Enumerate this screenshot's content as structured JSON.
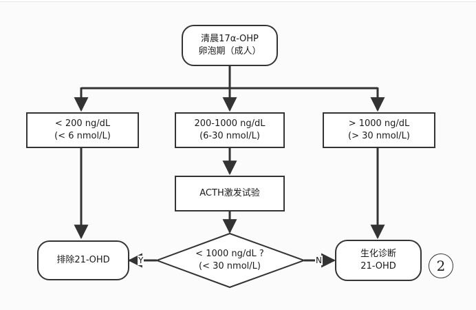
{
  "nodes": {
    "start": {
      "line1": "清晨17α-OHP",
      "line2": "卵泡期（成人）"
    },
    "low": {
      "line1": "< 200 ng/dL",
      "line2": "(< 6 nmol/L)"
    },
    "mid": {
      "line1": "200-1000 ng/dL",
      "line2": "(6-30 nmol/L)"
    },
    "high": {
      "line1": "> 1000 ng/dL",
      "line2": "(> 30 nmol/L)"
    },
    "acth": {
      "line1": "ACTH激发试验"
    },
    "decision": {
      "line1": "< 1000 ng/dL ?",
      "line2": "(< 30 nmol/L)"
    },
    "exclude": {
      "line1": "排除21-OHD"
    },
    "diagnose": {
      "line1": "生化诊断",
      "line2": "21-OHD"
    }
  },
  "edges": {
    "yes_label": "Y",
    "no_label": "N"
  },
  "badge": "2",
  "colors": {
    "stroke": "#333333",
    "text": "#1a1a1a"
  }
}
